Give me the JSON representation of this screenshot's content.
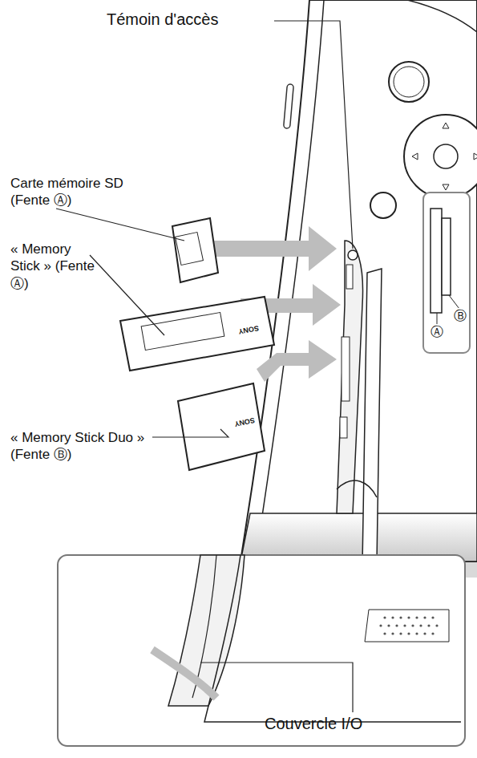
{
  "diagram": {
    "labels": [
      "Témoin d'accès",
      "Carte mémoire SD (Fente Ⓐ)",
      "« Memory Stick » (Fente Ⓐ)",
      "« Memory Stick Duo » (Fente Ⓑ)",
      "Ⓐ",
      "Ⓑ",
      "SONY",
      "SONY",
      "Couvercle I/O"
    ]
  }
}
